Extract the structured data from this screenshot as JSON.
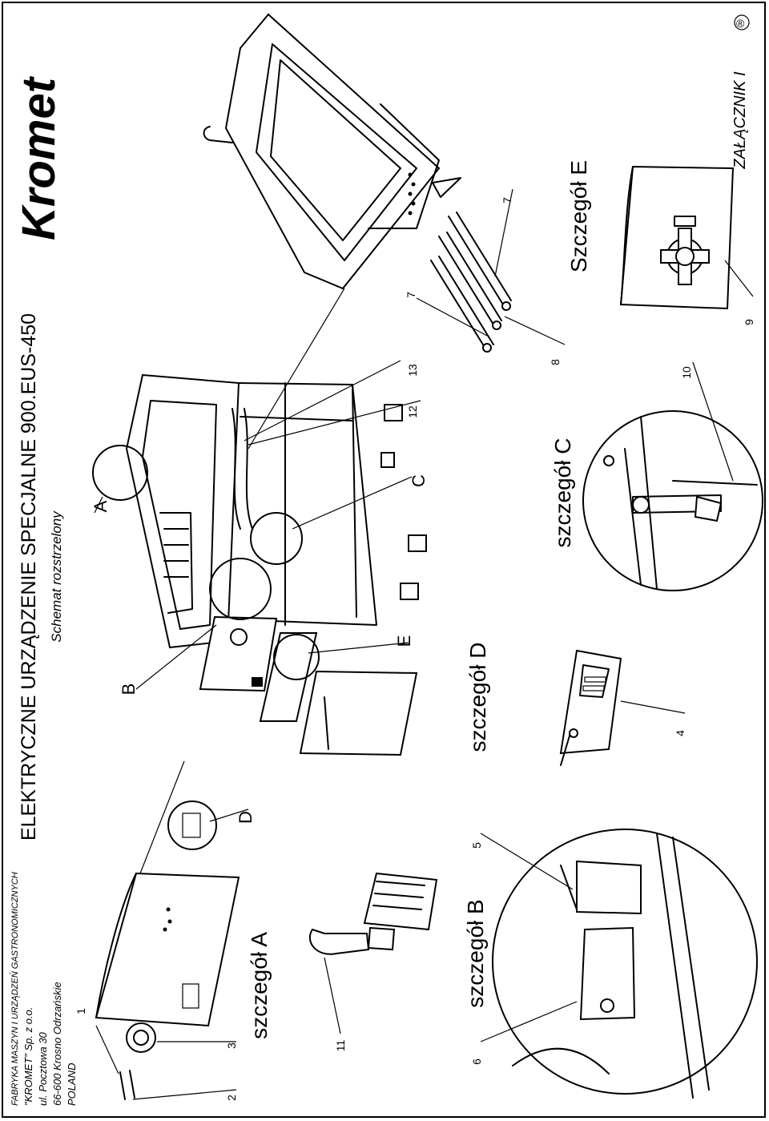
{
  "brand": {
    "logo_text": "Kromet",
    "registered_mark": "®"
  },
  "annex": "ZAŁĄCZNIK I",
  "title": "ELEKTRYCZNE URZĄDZENIE SPECJALNE 900.EUS-450",
  "subtitle": "Schemat rozstrzelony",
  "address": {
    "line1": "FABRYKA MASZYN I URZĄDZEŃ GASTRONOMICZNYCH",
    "line2": "\"KROMET\" Sp. z o.o.",
    "line3": "ul. Pocztowa 30",
    "line4": "66-600 Krosno Odrzańskie",
    "line5": "POLAND"
  },
  "details": {
    "a": "szczegół A",
    "b": "szczegół B",
    "c": "szczegół C",
    "d": "szczegół D",
    "e": "Szczegół E"
  },
  "callouts": {
    "A": "A",
    "B": "B",
    "C": "C",
    "D": "D",
    "E": "E"
  },
  "part_numbers": {
    "p1": "1",
    "p2": "2",
    "p3": "3",
    "p4": "4",
    "p5": "5",
    "p6": "6",
    "p7a": "7",
    "p7b": "7",
    "p8": "8",
    "p9": "9",
    "p10": "10",
    "p11": "11",
    "p12": "12",
    "p13": "13"
  }
}
